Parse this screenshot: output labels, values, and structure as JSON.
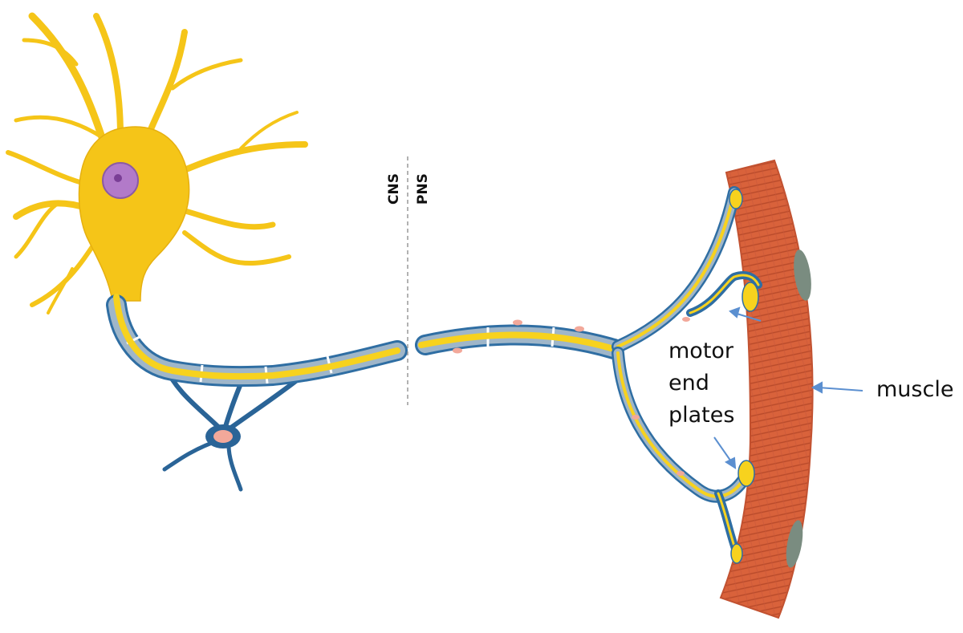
{
  "labels": {
    "cns": "CNS",
    "pns": "PNS",
    "motor_end_plates": [
      "motor",
      "end",
      "plates"
    ],
    "muscle": "muscle"
  },
  "colors": {
    "neuron_yellow": "#f5c518",
    "axon_yellow": "#f7d21e",
    "myelin_blue": "#2f6ea3",
    "myelin_fill": "#9fb6c9",
    "glia_blue": "#2a6497",
    "nucleus_purple": "#b27ac9",
    "nucleus_pink": "#f2a89a",
    "muscle_orange": "#d9623b",
    "muscle_stripe": "#b84a2a",
    "muscle_nucleus": "#7a8c80",
    "arrow_blue": "#5b8fd0",
    "divider_gray": "#999999"
  }
}
